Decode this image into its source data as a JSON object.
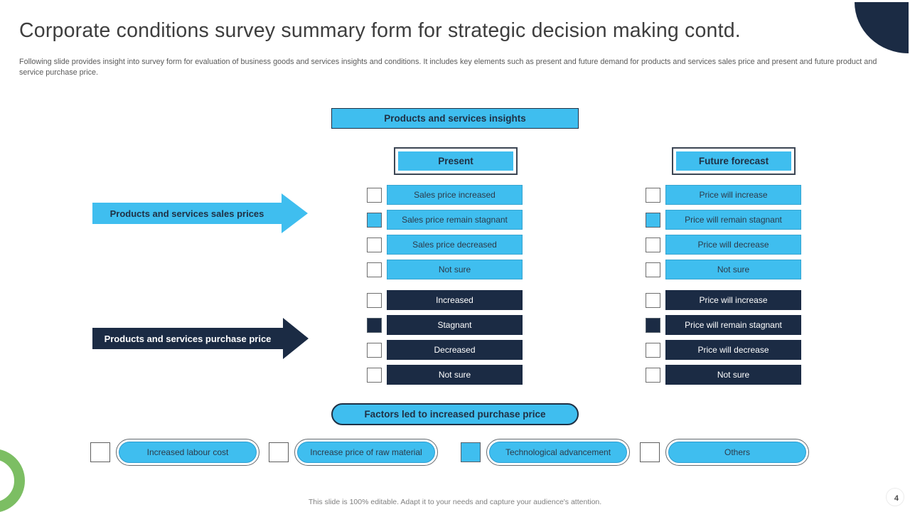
{
  "slide": {
    "title": "Corporate conditions survey summary form for strategic decision making contd.",
    "subtitle": "Following slide provides insight into survey form for evaluation of business goods and services insights and conditions. It includes key elements such as present and future demand for products and services sales price and present and future product and service purchase price.",
    "footer": "This slide is 100% editable. Adapt it to your needs and capture your audience's attention.",
    "page_number": "4"
  },
  "colors": {
    "light_blue": "#3fbeef",
    "dark_navy": "#1b2b44",
    "green_ring": "#7cbe63",
    "header_text_navy": "#1f3044",
    "body_text_gray": "#5a5a5a"
  },
  "diagram": {
    "main_header": "Products and services insights",
    "columns": [
      {
        "label": "Present"
      },
      {
        "label": "Future forecast"
      }
    ],
    "groups": [
      {
        "arrow_label": "Products and services sales prices",
        "style": "light",
        "present_options": [
          {
            "label": "Sales price increased",
            "checked": false
          },
          {
            "label": "Sales price remain stagnant",
            "checked": true
          },
          {
            "label": "Sales price decreased",
            "checked": false
          },
          {
            "label": "Not sure",
            "checked": false
          }
        ],
        "future_options": [
          {
            "label": "Price will increase",
            "checked": false
          },
          {
            "label": "Price will remain stagnant",
            "checked": true
          },
          {
            "label": "Price will decrease",
            "checked": false
          },
          {
            "label": "Not sure",
            "checked": false
          }
        ]
      },
      {
        "arrow_label": "Products and services purchase price",
        "style": "dark",
        "present_options": [
          {
            "label": "Increased",
            "checked": false
          },
          {
            "label": "Stagnant",
            "checked": true
          },
          {
            "label": "Decreased",
            "checked": false
          },
          {
            "label": "Not sure",
            "checked": false
          }
        ],
        "future_options": [
          {
            "label": "Price will increase",
            "checked": false
          },
          {
            "label": "Price will remain stagnant",
            "checked": true
          },
          {
            "label": "Price will decrease",
            "checked": false
          },
          {
            "label": "Not sure",
            "checked": false
          }
        ]
      }
    ],
    "factors_header": "Factors led to increased purchase price",
    "factors": [
      {
        "label": "Increased labour cost",
        "checked": false
      },
      {
        "label": "Increase price of raw material",
        "checked": false
      },
      {
        "label": "Technological advancement",
        "checked": true
      },
      {
        "label": "Others",
        "checked": false
      }
    ]
  }
}
